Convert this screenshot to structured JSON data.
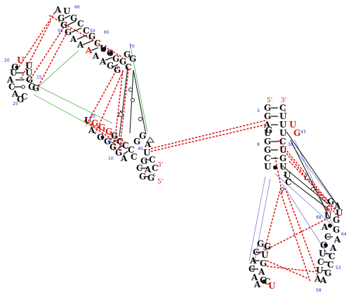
{
  "colors": {
    "base": "#111111",
    "highlight": "#d42020",
    "numbers": "#2222cc",
    "red_interaction": "#e01818",
    "green_interaction": "#3aa03a",
    "blue_interaction": "#6a70d8"
  },
  "molecule_left": {
    "terminals": {
      "five": "5'",
      "three": "3'"
    },
    "numbers": [
      "20",
      "15",
      "25",
      "60",
      "55",
      "50",
      "65",
      "70",
      "30",
      "35",
      "10",
      "40",
      "5"
    ]
  },
  "molecule_right": {
    "terminals": {
      "five": "5'",
      "three": "3'"
    },
    "numbers": [
      "3",
      "1",
      "43",
      "8",
      "38",
      "68",
      "64",
      "15",
      "53",
      "58"
    ]
  }
}
